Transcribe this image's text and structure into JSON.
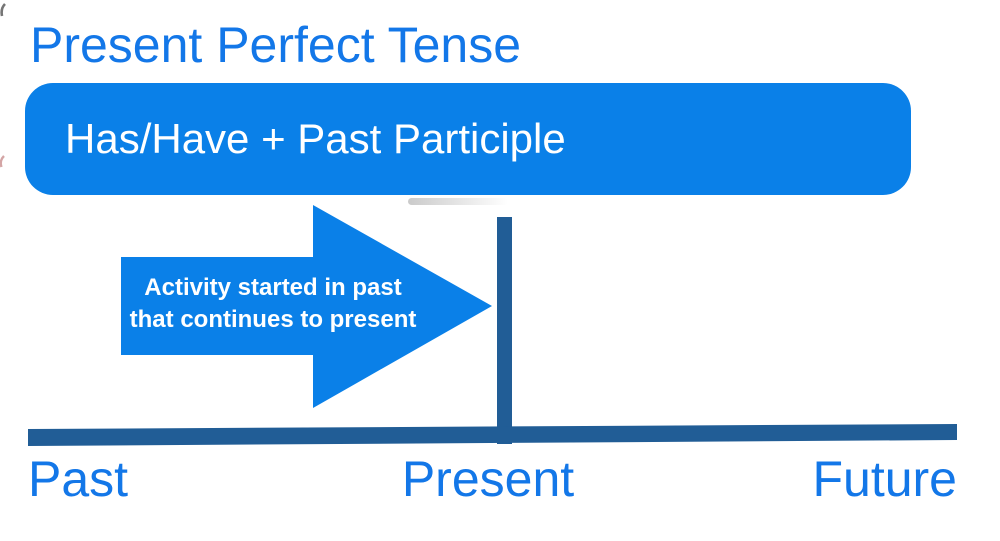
{
  "title": {
    "text": "Present Perfect Tense"
  },
  "formula_box": {
    "label": "Has/Have + Past Participle"
  },
  "arrow": {
    "line1": "Activity started in past",
    "line2": "that continues to present"
  },
  "timeline": {
    "labels": [
      "Past",
      "Present",
      "Future"
    ]
  },
  "colors": {
    "shape_blue": "#0a80e8",
    "text_blue": "#1377e8",
    "navy_blue": "#215d96",
    "formula_text_color": "#ffffff"
  }
}
